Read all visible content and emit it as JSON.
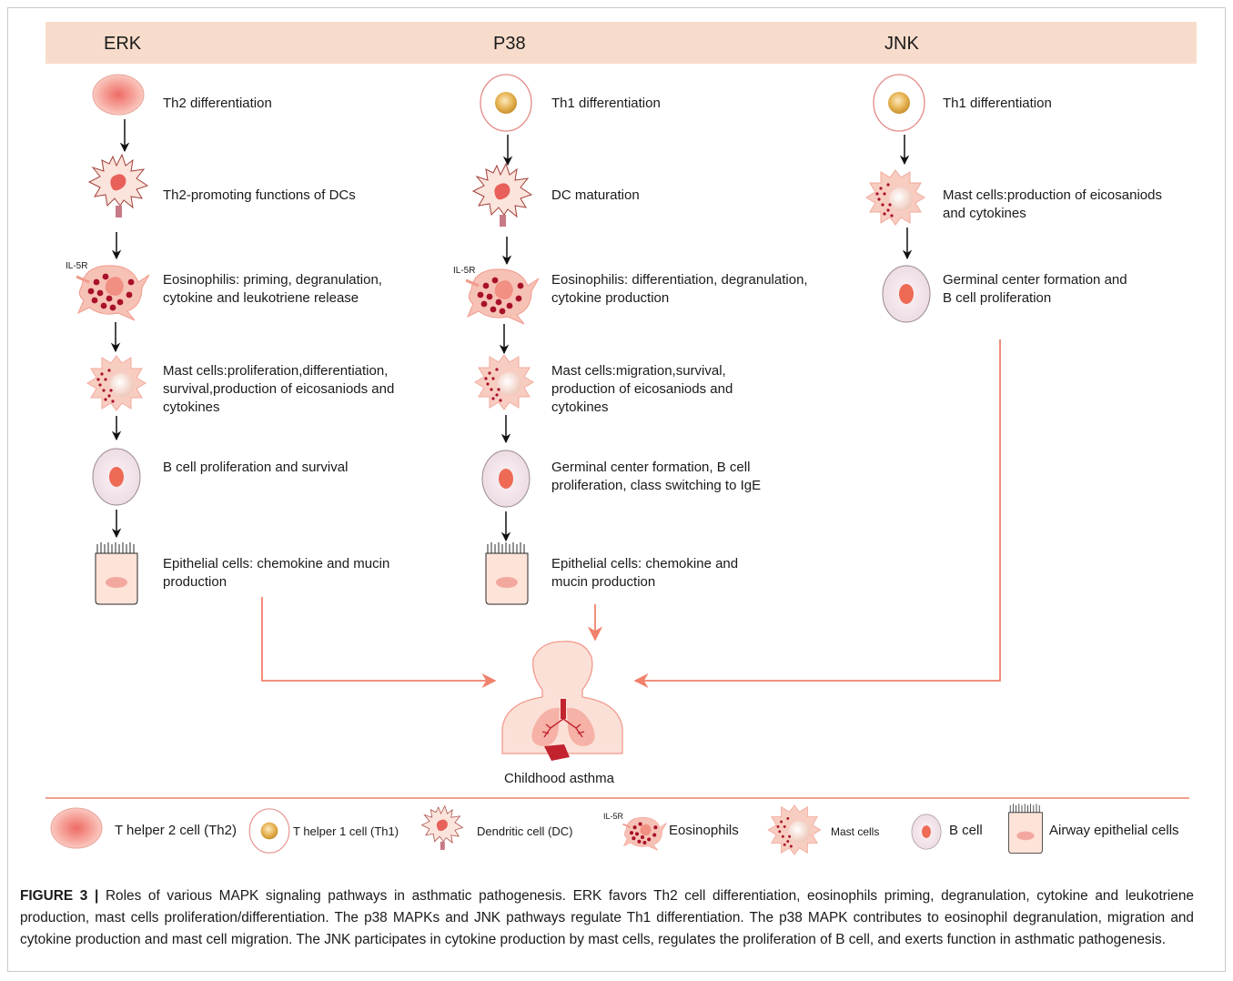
{
  "columns": {
    "erk": {
      "title": "ERK",
      "stages": [
        "Th2 differentiation",
        "Th2-promoting functions of DCs",
        "Eosinophilis: priming, degranulation,\ncytokine and leukotriene release",
        "Mast cells:proliferation,differentiation,\nsurvival,production of eicosaniods and\ncytokines",
        "B cell proliferation and survival",
        "Epithelial cells: chemokine and mucin\nproduction"
      ]
    },
    "p38": {
      "title": "P38",
      "stages": [
        "Th1 differentiation",
        "DC maturation",
        "Eosinophilis: differentiation, degranulation,\ncytokine production",
        "Mast cells:migration,survival,\nproduction of eicosaniods and\ncytokines",
        "Germinal center formation, B cell\nproliferation, class switching to IgE",
        "Epithelial cells: chemokine and\nmucin production"
      ]
    },
    "jnk": {
      "title": "JNK",
      "stages": [
        "Th1 differentiation",
        "Mast cells:production of eicosaniods\nand cytokines",
        "Germinal center formation and\nB cell proliferation"
      ]
    }
  },
  "receptor_label": "IL-5R",
  "outcome": "Childhood asthma",
  "legend": [
    {
      "icon": "th2-cell",
      "label": "T helper 2  cell (Th2)"
    },
    {
      "icon": "th1-cell",
      "label": "T helper 1  cell (Th1)"
    },
    {
      "icon": "dendritic-cell",
      "label": "Dendritic cell (DC)"
    },
    {
      "icon": "eosinophil",
      "label": "Eosinophils"
    },
    {
      "icon": "mast-cell",
      "label": "Mast cells"
    },
    {
      "icon": "b-cell",
      "label": "B cell"
    },
    {
      "icon": "epithelial-cell",
      "label": "Airway epithelial cells"
    }
  ],
  "caption": {
    "figure_label": "FIGURE 3 |",
    "text": "Roles of various MAPK signaling pathways in asthmatic pathogenesis. ERK favors Th2 cell differentiation, eosinophils priming, degranulation, cytokine and leukotriene production, mast cells proliferation/differentiation. The p38 MAPKs and JNK pathways regulate Th1 differentiation. The p38 MAPK contributes to eosinophil degranulation, migration and cytokine production and mast cell migration. The JNK participates in cytokine production by mast cells, regulates the proliferation of B cell, and exerts function in asthmatic pathogenesis."
  },
  "colors": {
    "header_band": "#f8dccb",
    "flow_arrow": "#f0816b",
    "cell_pink": "#f7c8bd",
    "nucleus_red": "#e8605a",
    "granule_dark": "#a8112a"
  }
}
